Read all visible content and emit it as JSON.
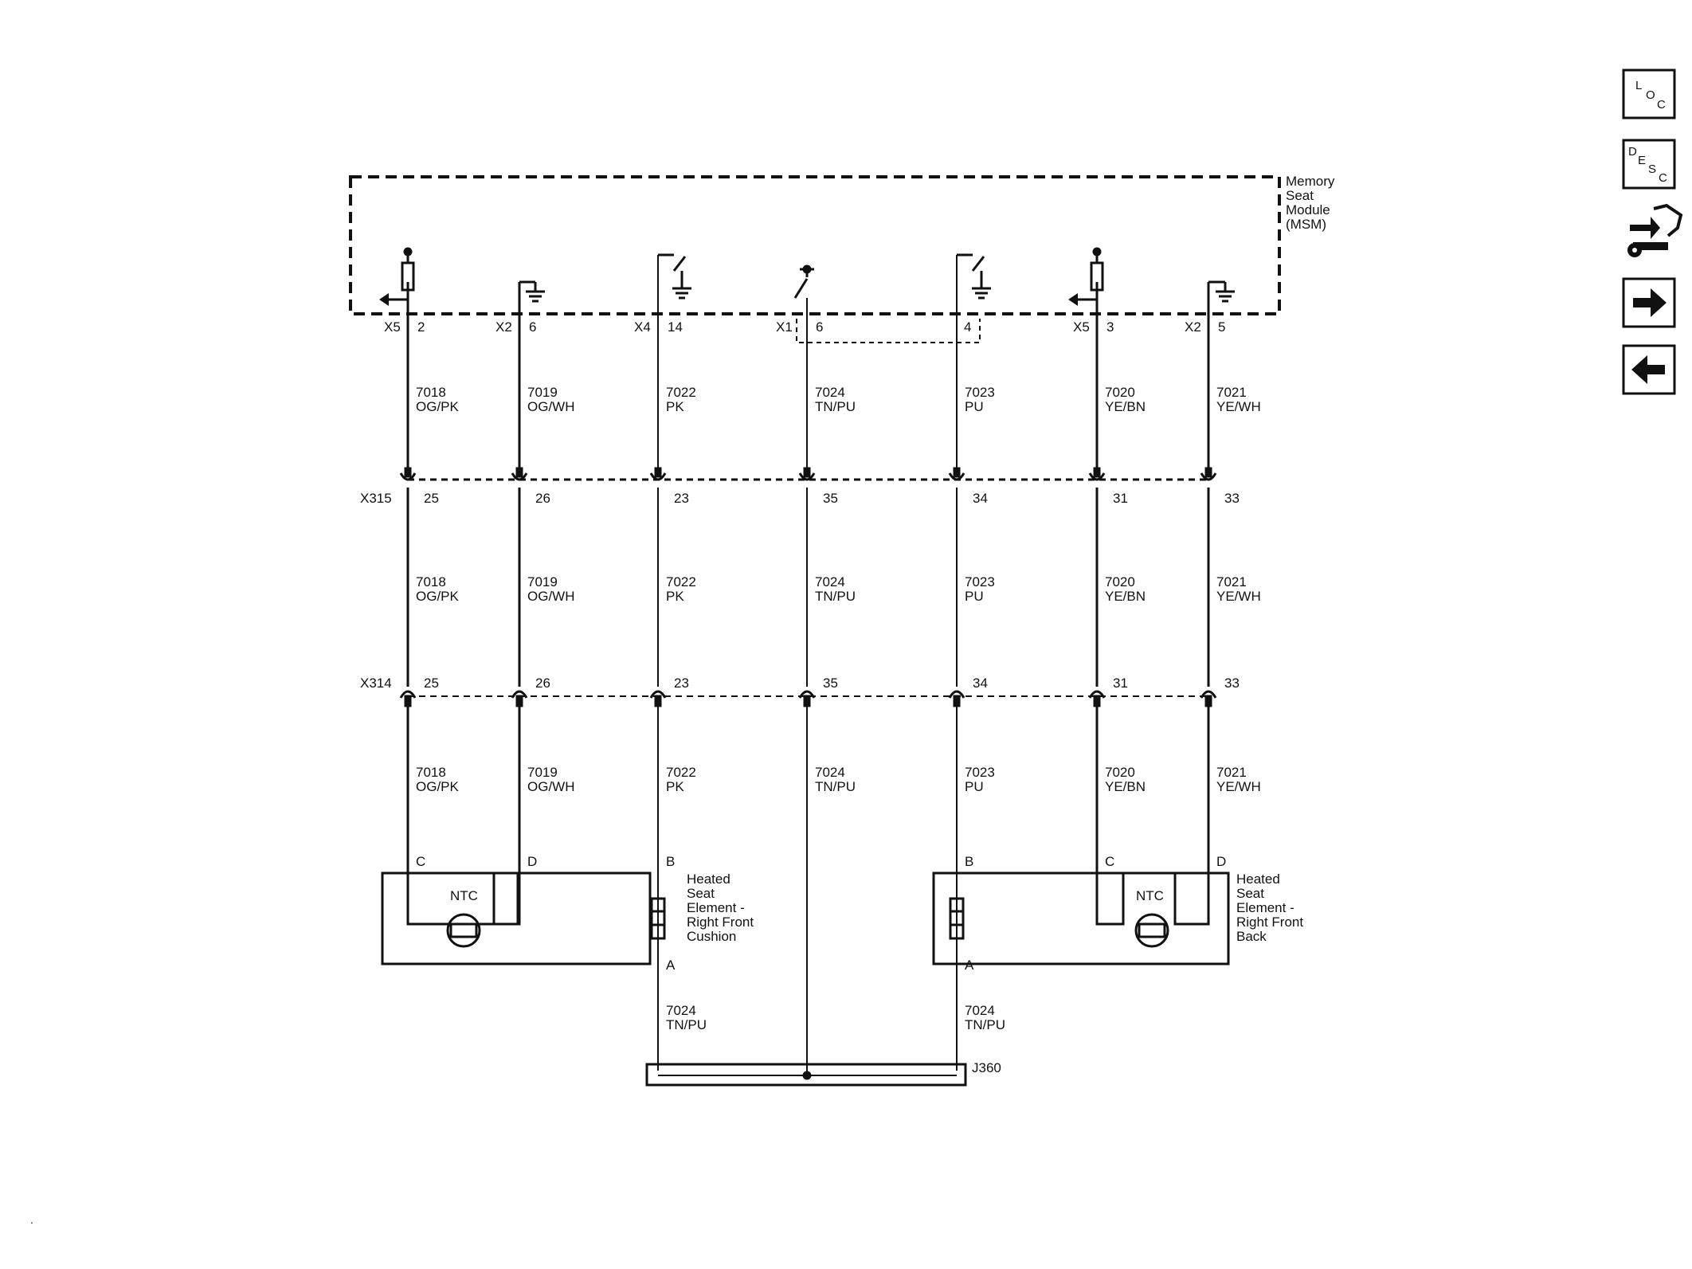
{
  "module": {
    "name_lines": [
      "Memory",
      "Seat",
      "Module",
      "(MSM)"
    ]
  },
  "circuits": [
    {
      "id": "c1",
      "msm_conn": "X5",
      "msm_pin": "2",
      "wire": "7018",
      "color": "OG/PK",
      "x315_pin": "25",
      "x314_pin": "25",
      "load_pin": "C"
    },
    {
      "id": "c2",
      "msm_conn": "X2",
      "msm_pin": "6",
      "wire": "7019",
      "color": "OG/WH",
      "x315_pin": "26",
      "x314_pin": "26",
      "load_pin": "D"
    },
    {
      "id": "c3",
      "msm_conn": "X4",
      "msm_pin": "14",
      "wire": "7022",
      "color": "PK",
      "x315_pin": "23",
      "x314_pin": "23",
      "load_pin": "B"
    },
    {
      "id": "c4",
      "msm_conn": "X1",
      "msm_pin": "6",
      "wire": "7024",
      "color": "TN/PU",
      "x315_pin": "35",
      "x314_pin": "35",
      "load_pin": ""
    },
    {
      "id": "c5",
      "msm_conn": "",
      "msm_pin": "4",
      "wire": "7023",
      "color": "PU",
      "x315_pin": "34",
      "x314_pin": "34",
      "load_pin": "B"
    },
    {
      "id": "c6",
      "msm_conn": "X5",
      "msm_pin": "3",
      "wire": "7020",
      "color": "YE/BN",
      "x315_pin": "31",
      "x314_pin": "31",
      "load_pin": "C"
    },
    {
      "id": "c7",
      "msm_conn": "X2",
      "msm_pin": "5",
      "wire": "7021",
      "color": "YE/WH",
      "x315_pin": "33",
      "x314_pin": "33",
      "load_pin": "D"
    }
  ],
  "connectors": {
    "x315": "X315",
    "x314": "X314"
  },
  "heater_left": {
    "name_lines": [
      "Heated",
      "Seat",
      "Element -",
      "Right Front",
      "Cushion"
    ],
    "sensor_label": "NTC",
    "ground_pin": "A",
    "ground_wire": "7024",
    "ground_color": "TN/PU"
  },
  "heater_right": {
    "name_lines": [
      "Heated",
      "Seat",
      "Element -",
      "Right Front",
      "Back"
    ],
    "sensor_label": "NTC",
    "ground_pin": "A",
    "ground_wire": "7024",
    "ground_color": "TN/PU"
  },
  "splice": "J360",
  "nav": {
    "loc": {
      "letters": [
        "L",
        "O",
        "C"
      ]
    },
    "desc": {
      "letters": [
        "D",
        "E",
        "S",
        "C"
      ]
    },
    "icons": [
      "connector-wrench-icon",
      "arrow-right-icon",
      "arrow-left-icon"
    ]
  },
  "corner_mark": "."
}
